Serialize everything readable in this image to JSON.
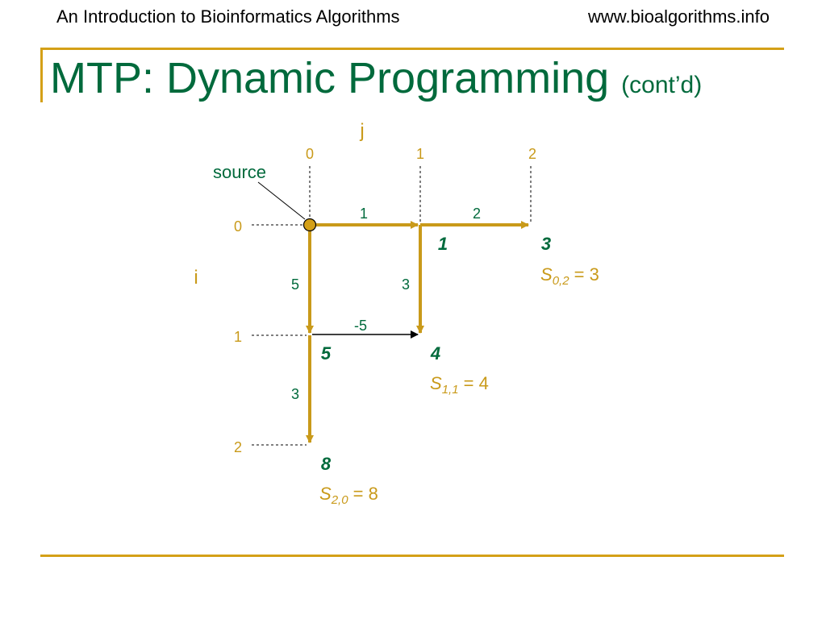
{
  "header": {
    "left": "An Introduction to Bioinformatics Algorithms",
    "right": "www.bioalgorithms.info"
  },
  "title": {
    "main": "MTP: Dynamic Programming",
    "sub": "(cont’d)"
  },
  "axes": {
    "j_label": "j",
    "i_label": "i",
    "col_labels": [
      "0",
      "1",
      "2"
    ],
    "row_labels": [
      "0",
      "1",
      "2"
    ]
  },
  "source_label": "source",
  "edges": {
    "h_0_0_1": "1",
    "h_0_1_2": "2",
    "v_0_1": "5",
    "v_1_1": "3",
    "h_1_0_1": "-5",
    "v_1_2": "3"
  },
  "node_values": {
    "n01": "1",
    "n02": "3",
    "n10": "5",
    "n11": "4",
    "n20": "8"
  },
  "scores": {
    "s02": {
      "sym": "S",
      "sub": "0,2",
      "rest": " = 3"
    },
    "s11": {
      "sym": "S",
      "sub": "1,1",
      "rest": " = 4"
    },
    "s20": {
      "sym": "S",
      "sub": "2,0",
      "rest": " = 8"
    }
  },
  "colors": {
    "green": "#006a3c",
    "gold": "#c99a1a",
    "node_fill": "#d4a017"
  }
}
